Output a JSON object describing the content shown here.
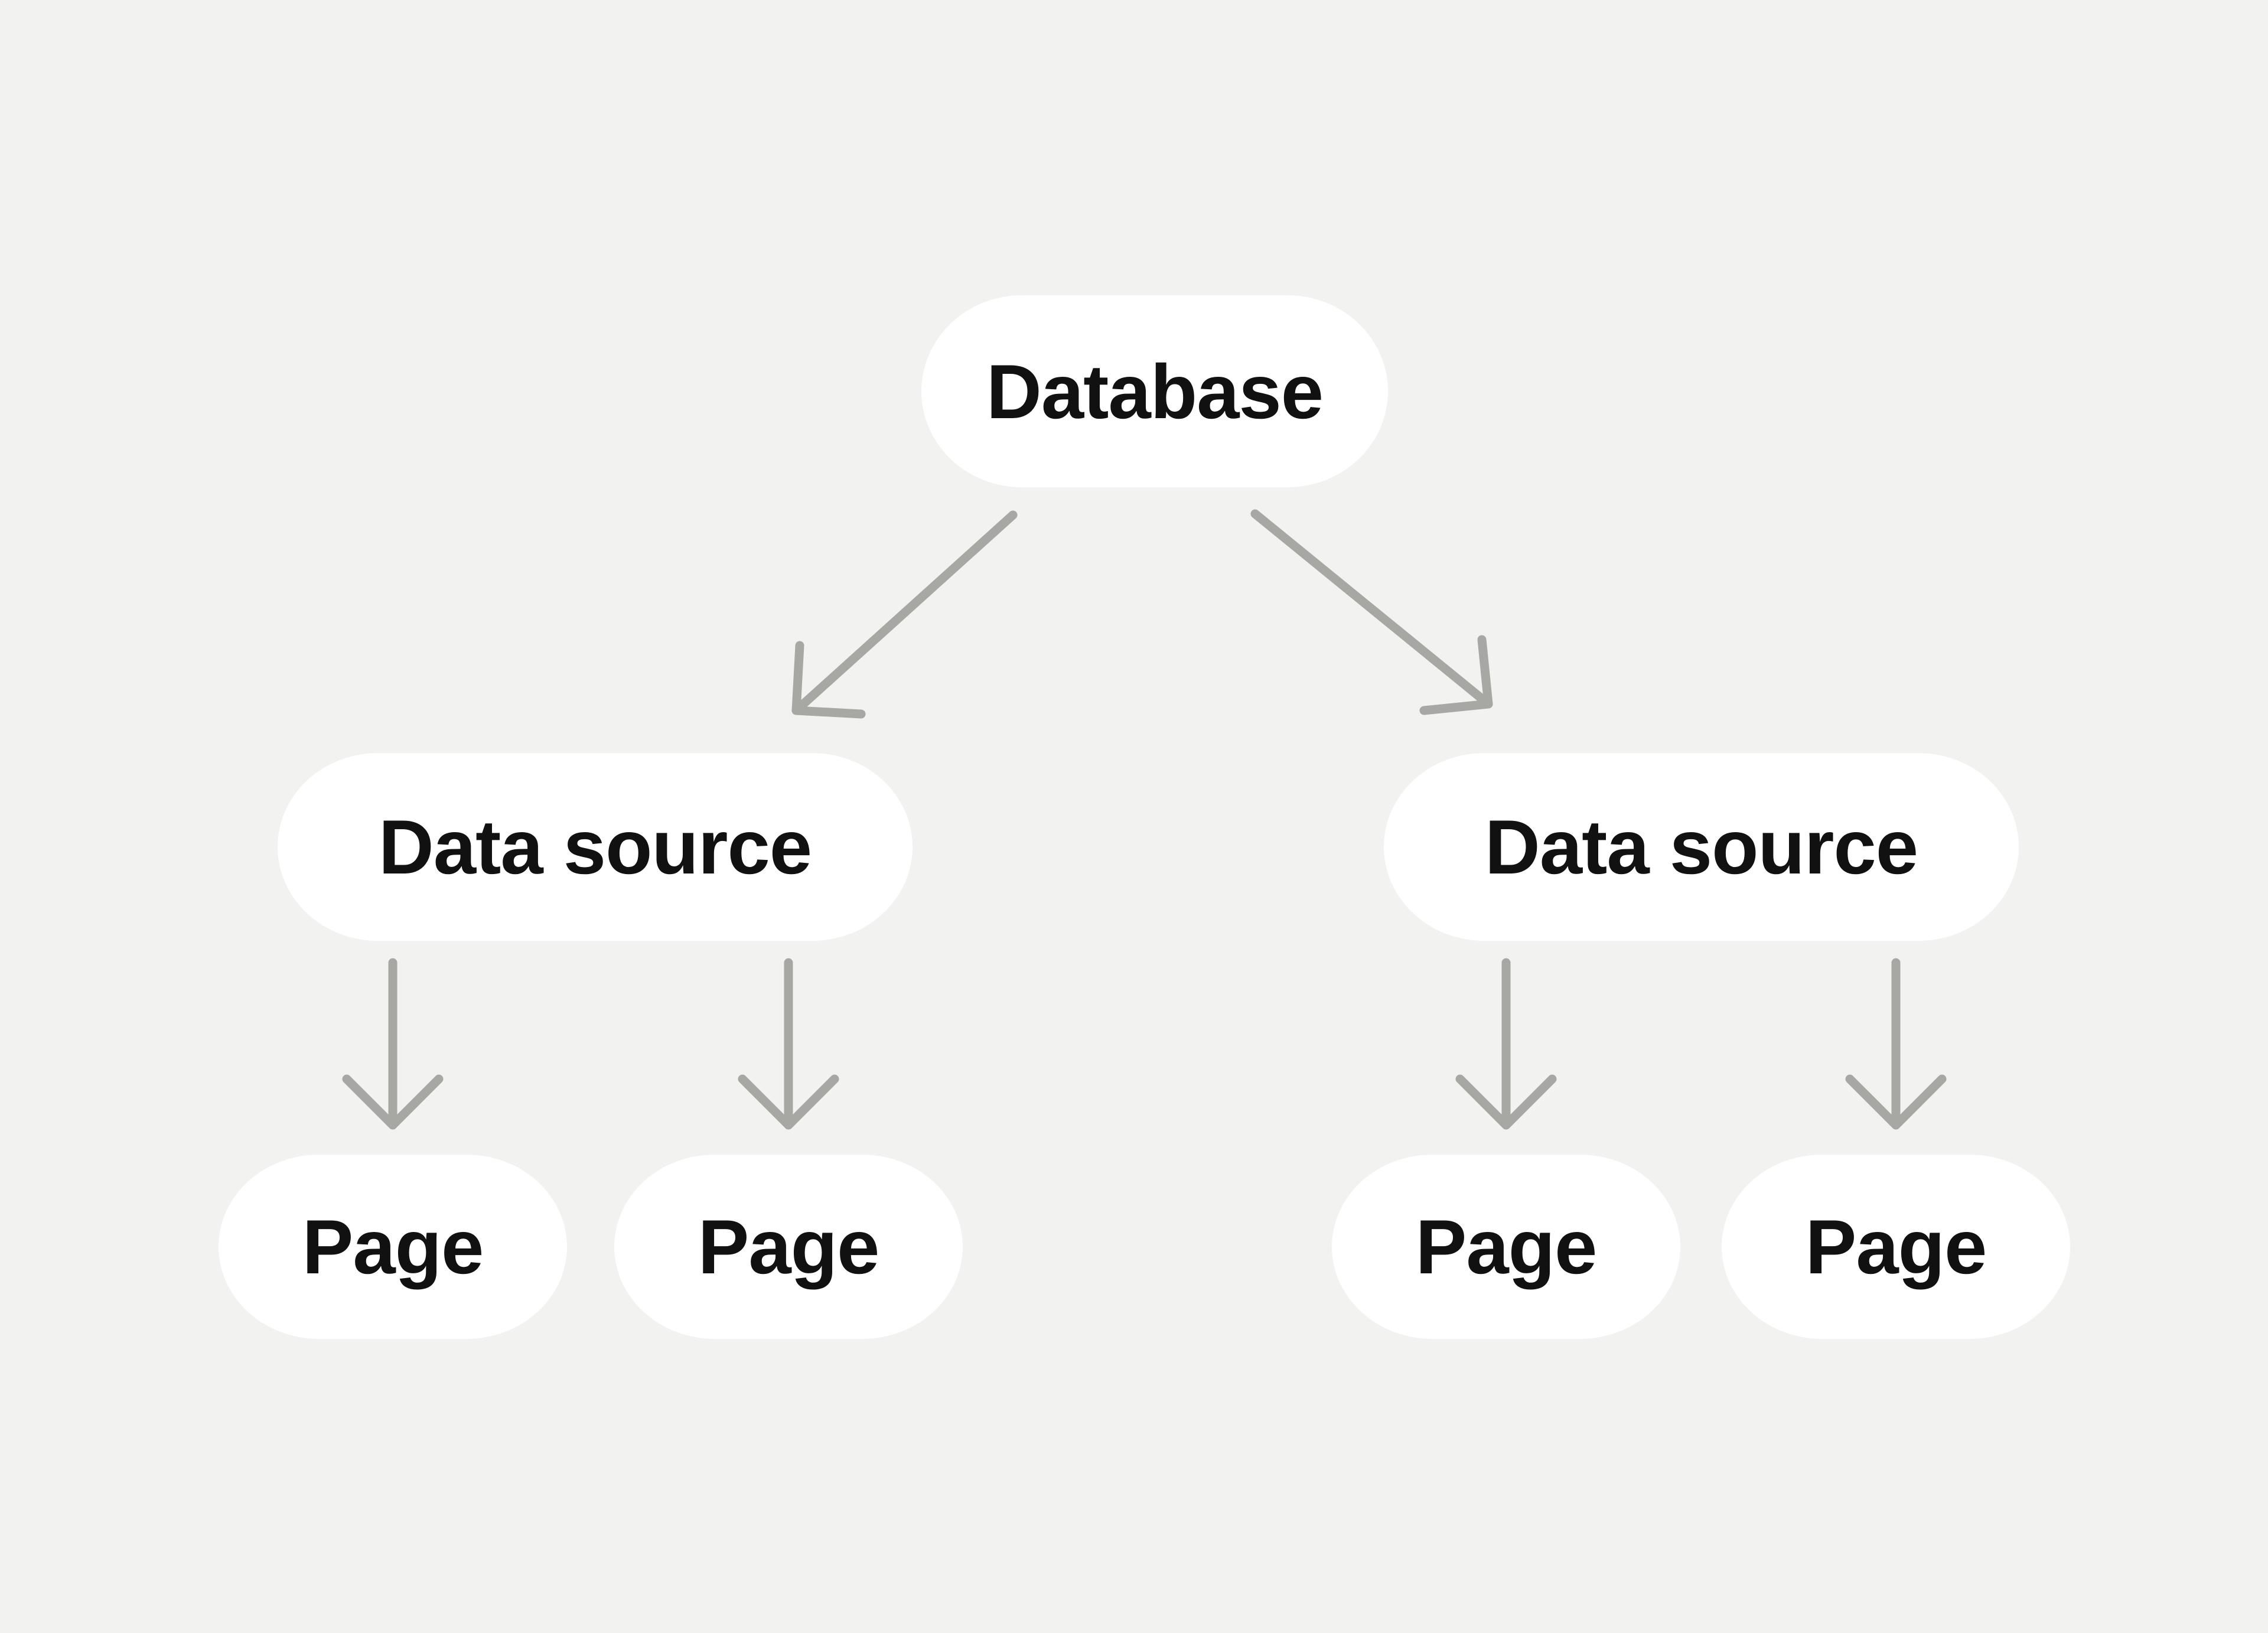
{
  "diagram": {
    "type": "tree",
    "colors": {
      "background": "#F2F2F0",
      "node_fill": "#FFFFFF",
      "node_text": "#111111",
      "arrow": "#A7A7A4"
    },
    "nodes": {
      "database": {
        "label": "Database"
      },
      "datasource1": {
        "label": "Data source"
      },
      "datasource2": {
        "label": "Data source"
      },
      "page1": {
        "label": "Page"
      },
      "page2": {
        "label": "Page"
      },
      "page3": {
        "label": "Page"
      },
      "page4": {
        "label": "Page"
      }
    },
    "edges": [
      {
        "from": "database",
        "to": "datasource1"
      },
      {
        "from": "database",
        "to": "datasource2"
      },
      {
        "from": "datasource1",
        "to": "page1"
      },
      {
        "from": "datasource1",
        "to": "page2"
      },
      {
        "from": "datasource2",
        "to": "page3"
      },
      {
        "from": "datasource2",
        "to": "page4"
      }
    ]
  }
}
